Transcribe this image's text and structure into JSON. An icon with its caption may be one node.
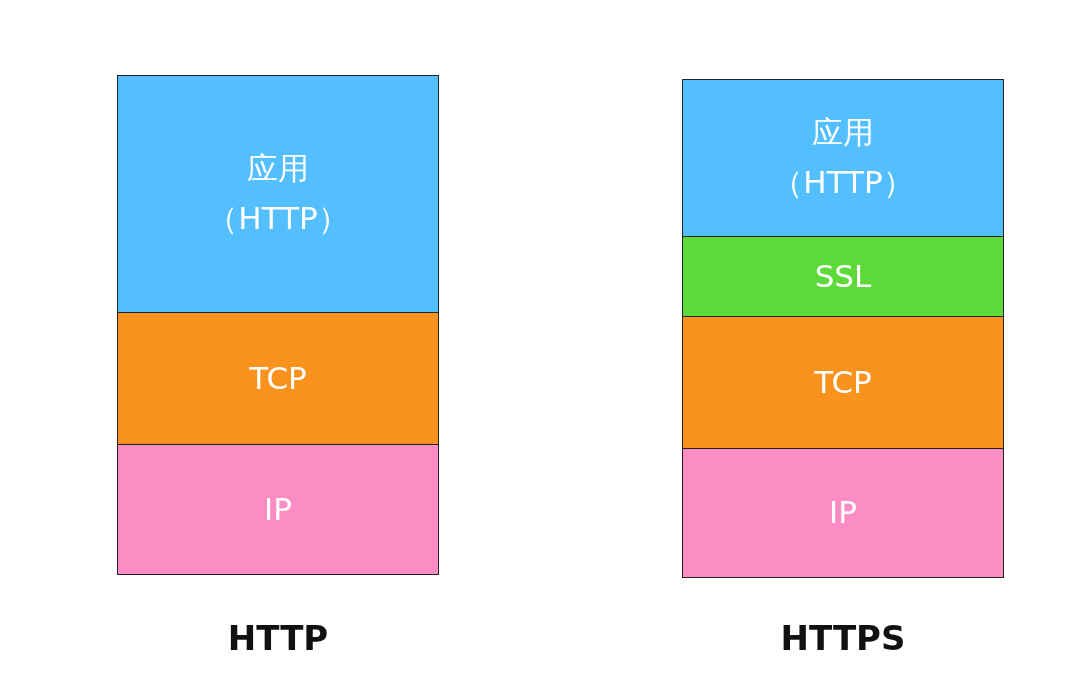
{
  "diagram": {
    "nodes": [
      {
        "text": [
          "应用",
          "（HTTP）"
        ]
      },
      {
        "text": [
          "TCP"
        ]
      },
      {
        "text": [
          "IP"
        ]
      },
      {
        "text": [
          "应用",
          "（HTTP）"
        ]
      },
      {
        "text": [
          "SSL"
        ]
      },
      {
        "text": [
          "TCP"
        ]
      },
      {
        "text": [
          "IP"
        ]
      }
    ],
    "edges": [],
    "labels": [
      "HTTP",
      "HTTPS"
    ]
  }
}
